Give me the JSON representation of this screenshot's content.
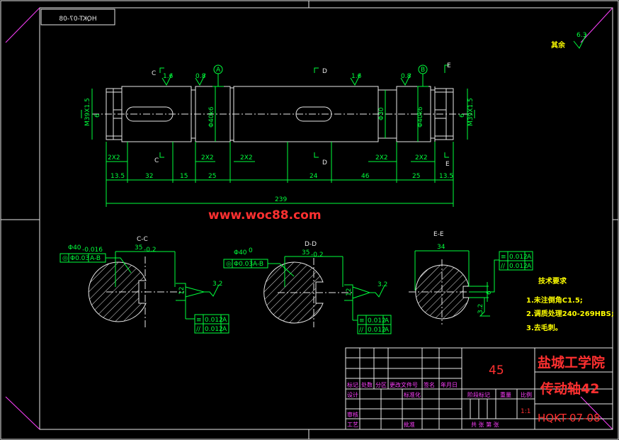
{
  "drawing_code": "HQKT-07-08",
  "drawing_code_mirrored": "HQKT-07-08",
  "watermark": "www.woc88.com",
  "surface_finish_rest": {
    "label": "其余",
    "value": "6.3"
  },
  "section_labels": {
    "C": "C",
    "D": "D",
    "E": "E",
    "datum_A": "A",
    "datum_B": "B"
  },
  "main_view": {
    "roughness": [
      "1.6",
      "0.8",
      "1.6",
      "0.8"
    ],
    "left_thread": "M39X1.5",
    "right_thread": "M39X1.5",
    "dia_1": "Φ40k6",
    "dia_2": "Φ40k6",
    "dia_mid": "Φ30",
    "left_key": "6",
    "right_key": "6",
    "chamfers": [
      "2X2",
      "2X2",
      "2X2",
      "2X2",
      "2X2"
    ],
    "lengths": [
      "13.5",
      "32",
      "15",
      "25",
      "24",
      "46",
      "25",
      "13.5"
    ],
    "total_length": "239"
  },
  "sections": [
    {
      "title": "C-C",
      "width": "35",
      "width_tol": "-0.2",
      "dia": "Φ40",
      "dia_tol": "-0.016",
      "runout": "Φ0.03",
      "datum": "A-B",
      "keyway": "12",
      "roughness": "3.2",
      "sym_tol": "0.012",
      "par_tol": "0.012",
      "tol_datum": "A"
    },
    {
      "title": "D-D",
      "width": "35",
      "width_tol": "-0.2",
      "dia": "Φ40",
      "dia_tol": "0",
      "runout": "Φ0.03",
      "datum": "A-B",
      "keyway": "12",
      "roughness": "3.2",
      "sym_tol": "0.012",
      "par_tol": "0.012",
      "tol_datum": "A"
    },
    {
      "title": "E-E",
      "width": "34",
      "dia": "",
      "keyway": "6",
      "roughness": "3.2",
      "sym_tol": "0.012",
      "par_tol": "0.012",
      "tol_datum": "A"
    }
  ],
  "tech_req": {
    "title": "技术要求",
    "items": [
      "1.未注倒角C1.5;",
      "2.调质处理240-269HBS;",
      "3.去毛刺。"
    ]
  },
  "title_block": {
    "material": "45",
    "school": "盐城工学院",
    "part_name": "传动轴42",
    "code": "HQKT-07-08",
    "scale": "1:1",
    "row_labels": [
      "标记",
      "处数",
      "分区",
      "更改文件号",
      "签名",
      "年月日"
    ],
    "design": "设计",
    "standard": "标准化",
    "stage_mark": "阶段标记",
    "weight": "重量",
    "scale_label": "比例",
    "review": "审核",
    "process": "工艺",
    "approve": "批准",
    "sheets": "共 张 第 张"
  }
}
